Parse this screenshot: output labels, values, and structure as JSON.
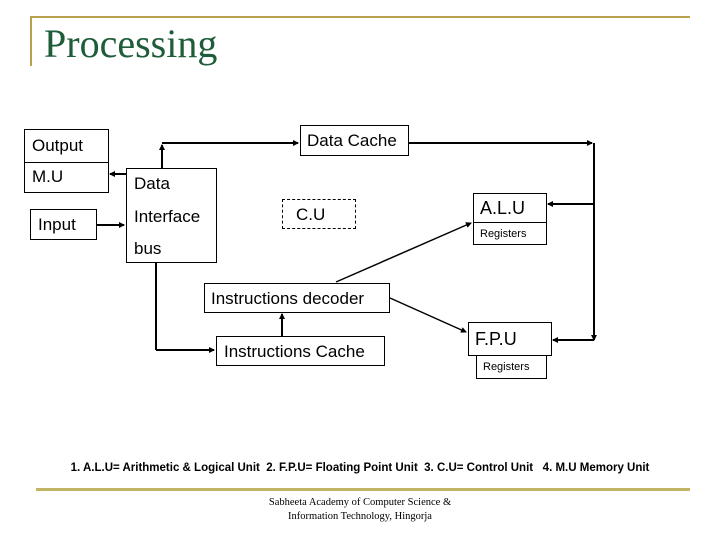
{
  "slide": {
    "title": "Processing",
    "colors": {
      "title": "#1e5c3a",
      "accent_line": "#b5a24a"
    }
  },
  "diagram": {
    "blocks": {
      "output_mu": {
        "top_label": "Output",
        "bottom_label": "M.U"
      },
      "input": {
        "label": "Input"
      },
      "data_interface_bus": {
        "lines": [
          "Data",
          "Interface",
          "bus"
        ]
      },
      "data_cache": {
        "label": "Data Cache"
      },
      "control_unit": {
        "label": "C.U"
      },
      "alu": {
        "label": "A.L.U",
        "sub_label": "Registers"
      },
      "instructions_decoder": {
        "label": "Instructions decoder"
      },
      "instructions_cache": {
        "label": "Instructions Cache"
      },
      "fpu": {
        "label": "F.P.U",
        "sub_label": "Registers"
      }
    },
    "connections": [
      {
        "from": "data_interface_bus",
        "to": "output_mu"
      },
      {
        "from": "input",
        "to": "data_interface_bus"
      },
      {
        "from": "data_interface_bus",
        "to": "data_cache"
      },
      {
        "from": "data_cache",
        "to": "right_bus"
      },
      {
        "from": "right_bus",
        "to": "alu"
      },
      {
        "from": "right_bus",
        "to": "fpu"
      },
      {
        "from": "data_interface_bus",
        "to": "instructions_cache"
      },
      {
        "from": "instructions_cache",
        "to": "instructions_decoder"
      },
      {
        "from": "instructions_decoder",
        "to": "alu"
      },
      {
        "from": "instructions_decoder",
        "to": "fpu"
      }
    ]
  },
  "legend": {
    "text": "1. A.L.U= Arithmetic & Logical Unit  2. F.P.U= Floating Point Unit  3. C.U= Control Unit   4. M.U Memory Unit"
  },
  "footer": {
    "line1": "Sabheeta Academy of Computer Science &",
    "line2": "Information Technology, Hingorja"
  }
}
